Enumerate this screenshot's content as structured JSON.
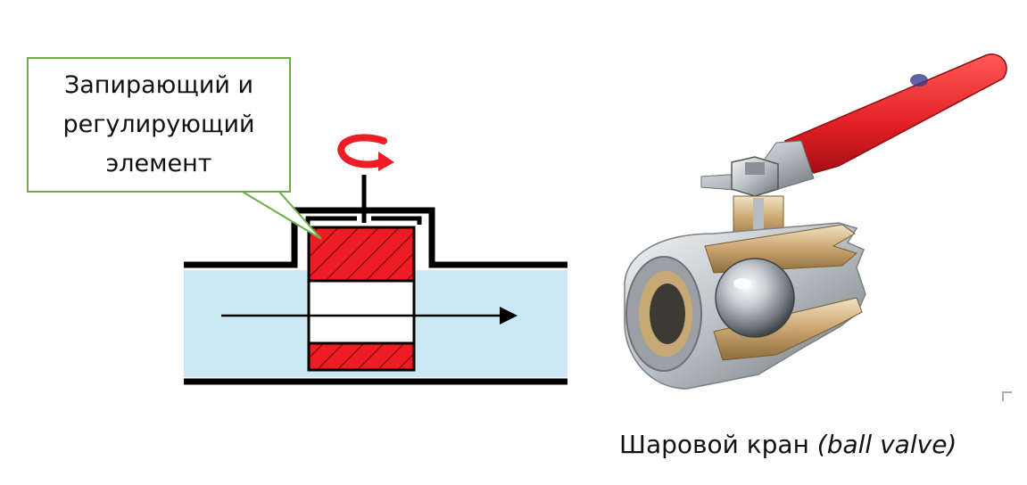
{
  "callout": {
    "text": "Запирающий и\nрегулирующий\nэлемент"
  },
  "caption": {
    "main": "Шаровой кран",
    "sub": "(ball valve)"
  },
  "colors": {
    "callout_border": "#70ad47",
    "pipe_fill": "#cce8f4",
    "element_red": "#ee1c24",
    "handle_red": "#e8262a",
    "brass": "#d8b98a",
    "chrome": "#cfd3d6"
  },
  "icons": [
    "rotation-arrow-icon",
    "flow-arrow-icon"
  ]
}
